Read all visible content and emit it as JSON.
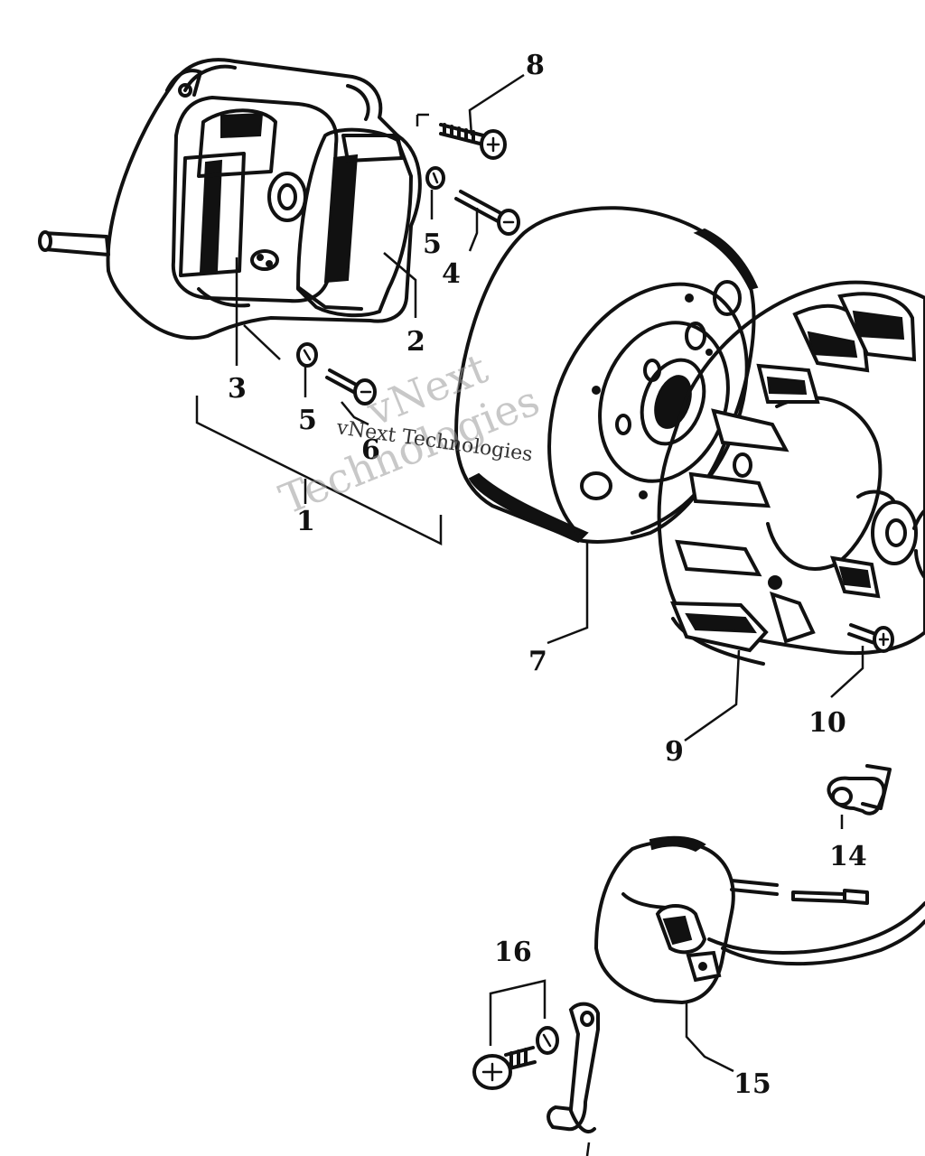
{
  "diagram": {
    "callouts": [
      {
        "id": "1",
        "label": "1"
      },
      {
        "id": "2",
        "label": "2"
      },
      {
        "id": "3",
        "label": "3"
      },
      {
        "id": "4",
        "label": "4"
      },
      {
        "id": "5a",
        "label": "5"
      },
      {
        "id": "5b",
        "label": "5"
      },
      {
        "id": "6",
        "label": "6"
      },
      {
        "id": "7",
        "label": "7"
      },
      {
        "id": "8",
        "label": "8"
      },
      {
        "id": "9",
        "label": "9"
      },
      {
        "id": "10",
        "label": "10"
      },
      {
        "id": "14",
        "label": "14"
      },
      {
        "id": "15",
        "label": "15"
      },
      {
        "id": "16",
        "label": "16"
      }
    ],
    "watermark": {
      "line1": "vNext",
      "line2": "Technologies",
      "line3": "vNext Technologies"
    }
  }
}
